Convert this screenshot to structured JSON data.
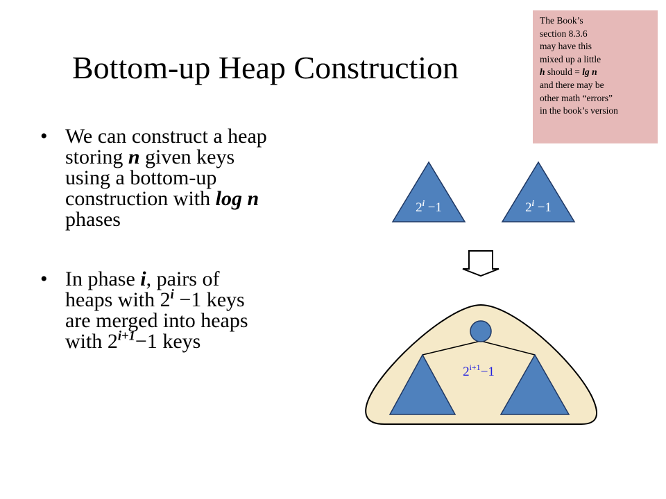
{
  "slide": {
    "title": "Bottom-up Heap Construction"
  },
  "note": {
    "lines": [
      "The Book’s",
      "section 8.3.6",
      "may have this",
      "mixed up a little",
      "should =",
      "and there may be",
      "other math “errors”",
      "in the book’s version"
    ],
    "h_var": "h",
    "lg_n": "lg n",
    "background": "#e6b9b8"
  },
  "bullets": {
    "bullet_glyph": "•",
    "b1": {
      "l1": "We can construct a heap",
      "l2_pre": "storing ",
      "l2_n": "n",
      "l2_post": " given keys",
      "l3": "using a bottom-up",
      "l4_pre": "construction with ",
      "l4_em": "log n",
      "l5": "phases"
    },
    "b2": {
      "l1_pre": "In phase ",
      "l1_i": "i",
      "l1_post": ", pairs of",
      "l2_pre": "heaps with 2",
      "l2_sup": "i",
      "l2_post": " −1 keys",
      "l3": "are merged into heaps",
      "l4_pre": "with 2",
      "l4_sup": "i+1",
      "l4_post": "−1 keys"
    }
  },
  "diagram": {
    "top_tree_left_base": "2",
    "top_tree_left_sup": "i",
    "top_tree_left_tail": " −1",
    "top_tree_right_base": "2",
    "top_tree_right_sup": "i",
    "top_tree_right_tail": " −1",
    "merged_base": "2",
    "merged_sup": "i+1",
    "merged_tail": "−1",
    "tree_fill": "#4f81bd",
    "tree_stroke": "#1f3864",
    "label_color": "#ffffff",
    "merged_label_color": "#1f1fdf",
    "blob_fill": "#f5e9c8"
  }
}
